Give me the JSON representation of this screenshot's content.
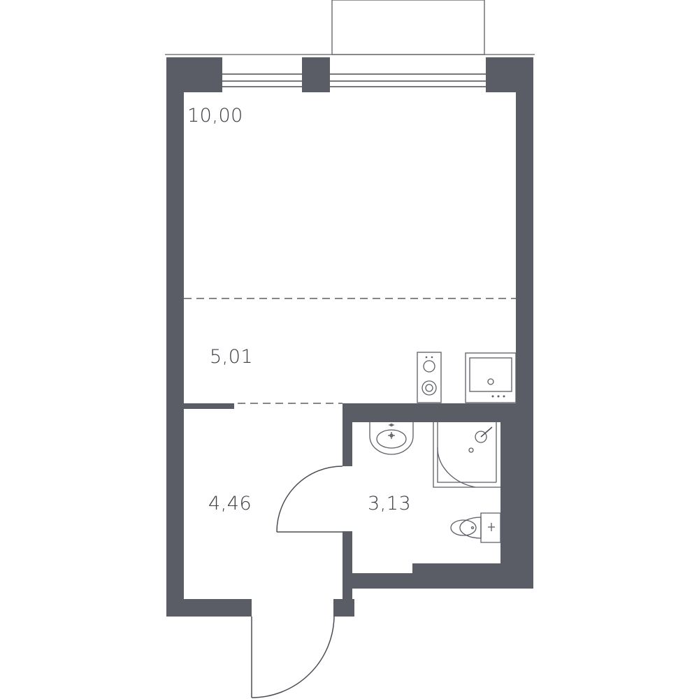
{
  "colors": {
    "wall": "#5a5d65",
    "line": "#5b5e66",
    "label": "#3a3d44",
    "background": "#ffffff"
  },
  "rooms": [
    {
      "id": "living",
      "area": "10,00"
    },
    {
      "id": "kitchen",
      "area": "5,01"
    },
    {
      "id": "hallway",
      "area": "4,46"
    },
    {
      "id": "bathroom",
      "area": "3,13"
    }
  ],
  "icons": [
    "window-icon",
    "balcony-icon",
    "stove-icon",
    "sink-icon",
    "washbasin-icon",
    "shower-icon",
    "toilet-icon",
    "entrance-door-icon",
    "bathroom-door-icon"
  ]
}
